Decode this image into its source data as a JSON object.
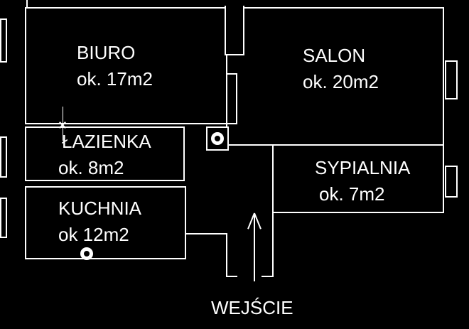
{
  "colors": {
    "background": "#000000",
    "line": "#ffffff",
    "text": "#ffffff"
  },
  "rooms": [
    {
      "id": "biuro",
      "name": "BIURO",
      "area": "ok. 17m2"
    },
    {
      "id": "salon",
      "name": "SALON",
      "area": "ok. 20m2"
    },
    {
      "id": "lazienka",
      "name": "ŁAZIENKA",
      "area": "ok. 8m2"
    },
    {
      "id": "kuchnia",
      "name": "KUCHNIA",
      "area": "ok 12m2"
    },
    {
      "id": "sypialnia",
      "name": "SYPIALNIA",
      "area": "ok. 7m2"
    }
  ],
  "entrance": {
    "label": "WEJŚCIE"
  }
}
